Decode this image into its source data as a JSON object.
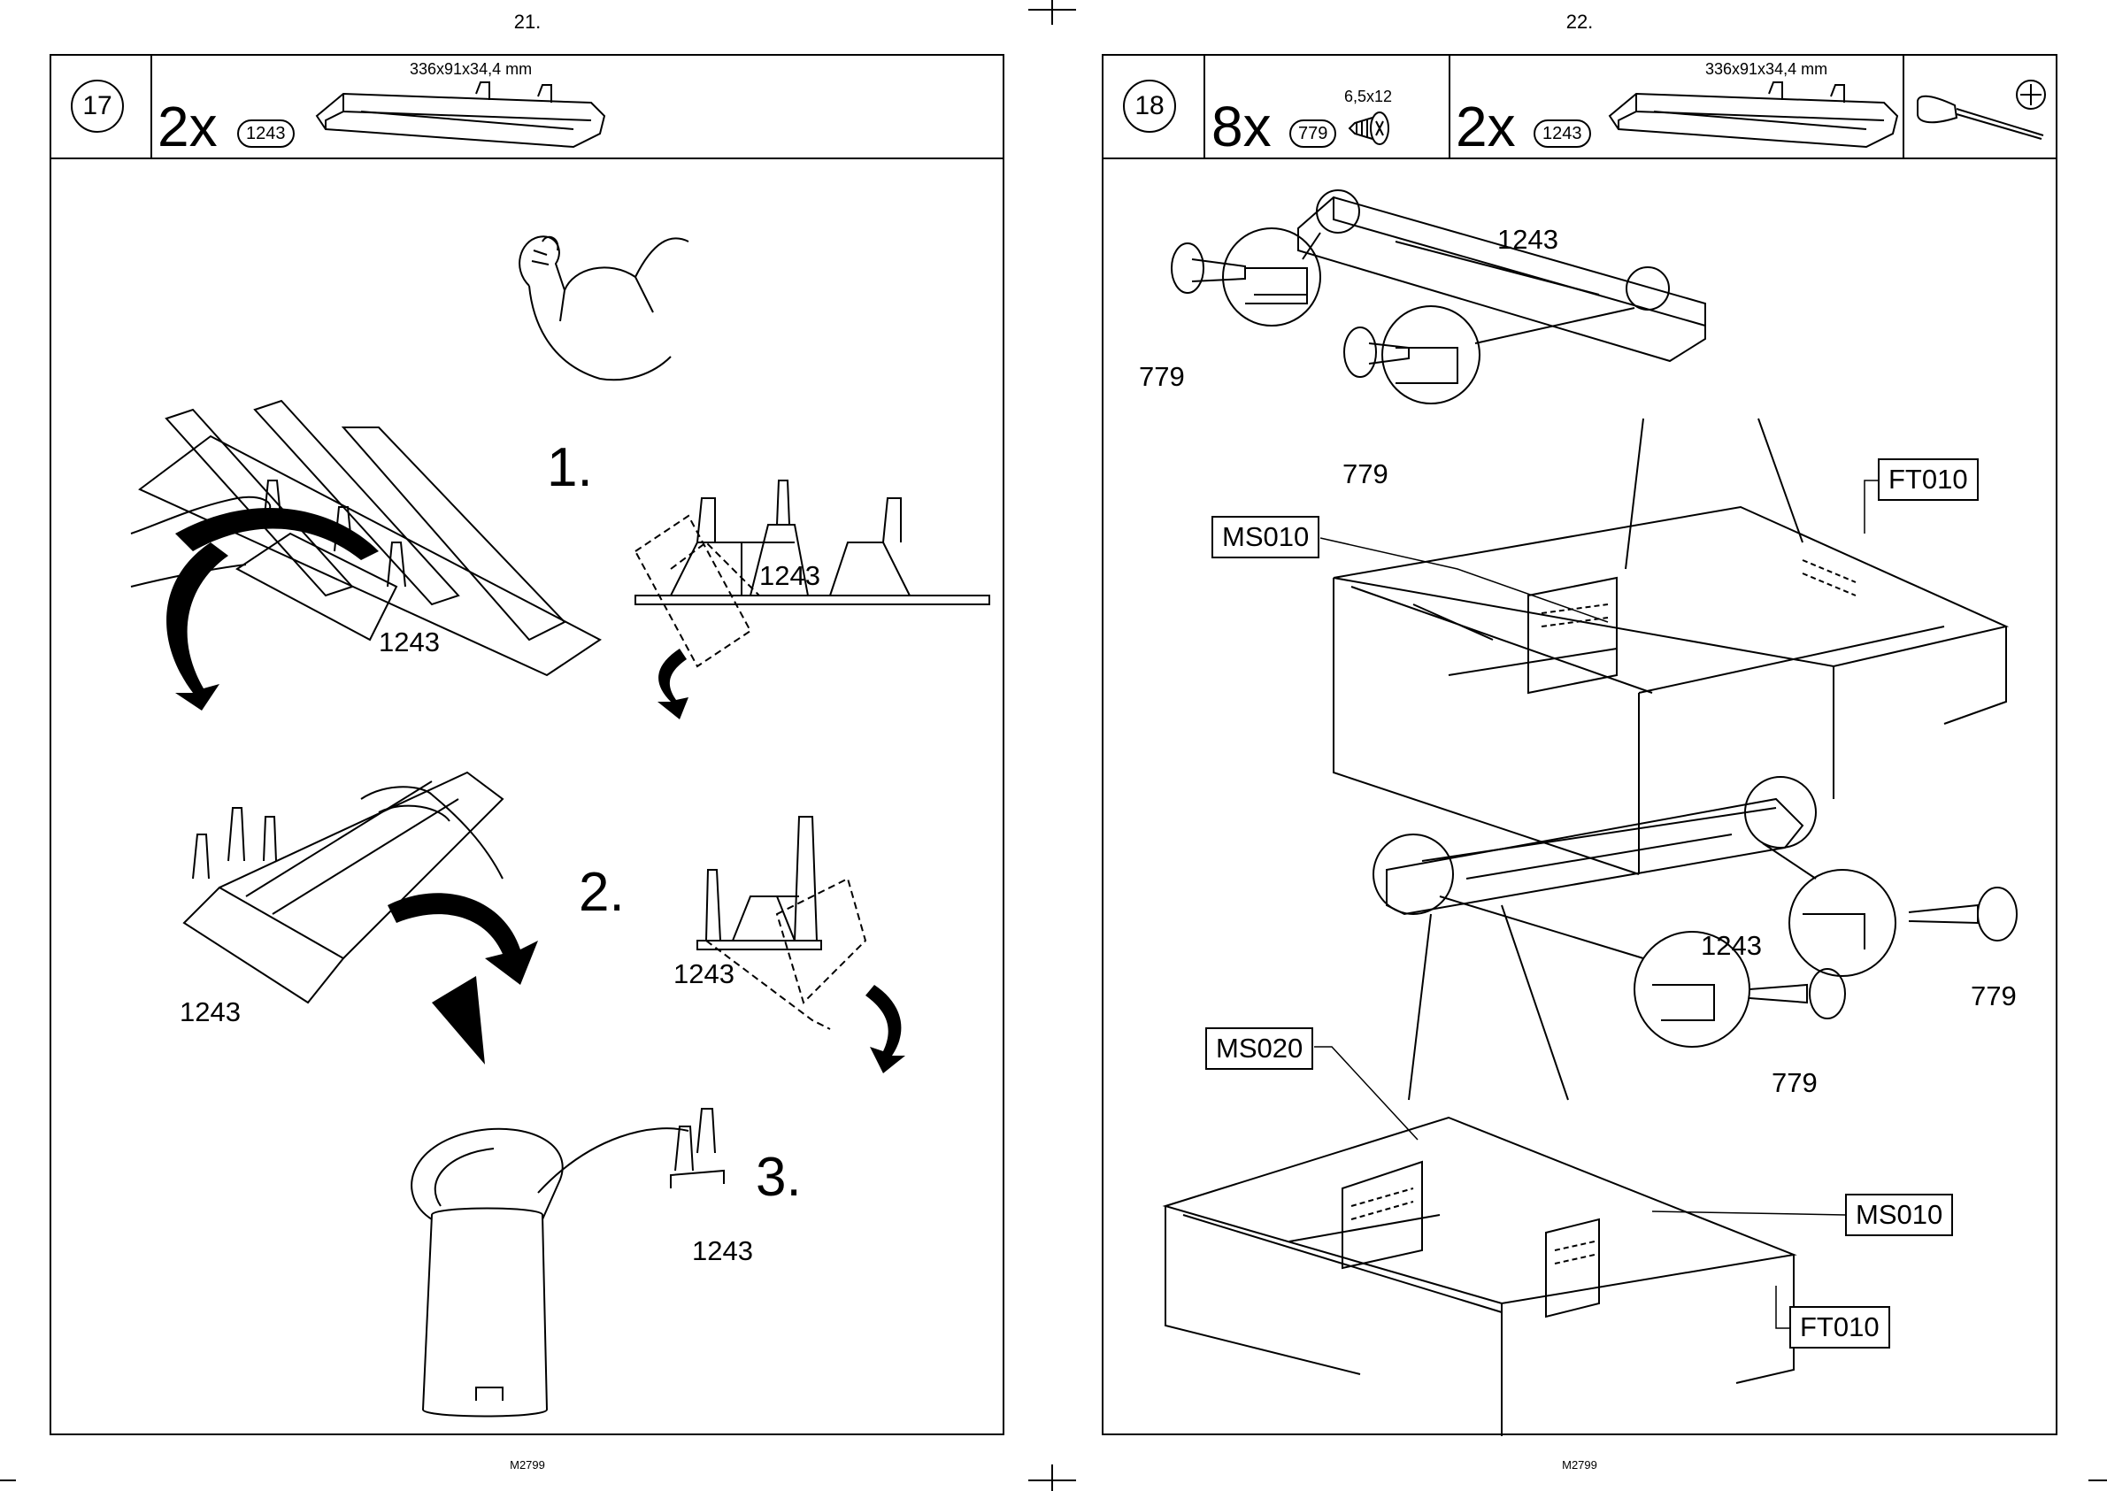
{
  "pages": [
    {
      "page_number": "21.",
      "footer": "M2799",
      "step": {
        "number": "17",
        "parts": [
          {
            "quantity": "2x",
            "part_id": "1243",
            "dimensions": "336x91x34,4 mm"
          }
        ],
        "substeps": [
          "1.",
          "2.",
          "3."
        ],
        "part_labels": [
          "1243",
          "1243",
          "1243",
          "1243",
          "1243"
        ]
      }
    },
    {
      "page_number": "22.",
      "footer": "M2799",
      "step": {
        "number": "18",
        "parts": [
          {
            "quantity": "8x",
            "part_id": "779",
            "dimensions": "6,5x12"
          },
          {
            "quantity": "2x",
            "part_id": "1243",
            "dimensions": "336x91x34,4 mm"
          }
        ],
        "tool": "phillips-screwdriver",
        "part_labels": [
          "1243",
          "779",
          "779",
          "1243",
          "779",
          "779"
        ],
        "boxed_labels": [
          "FT010",
          "MS010",
          "MS020",
          "MS010",
          "FT010"
        ]
      }
    }
  ]
}
